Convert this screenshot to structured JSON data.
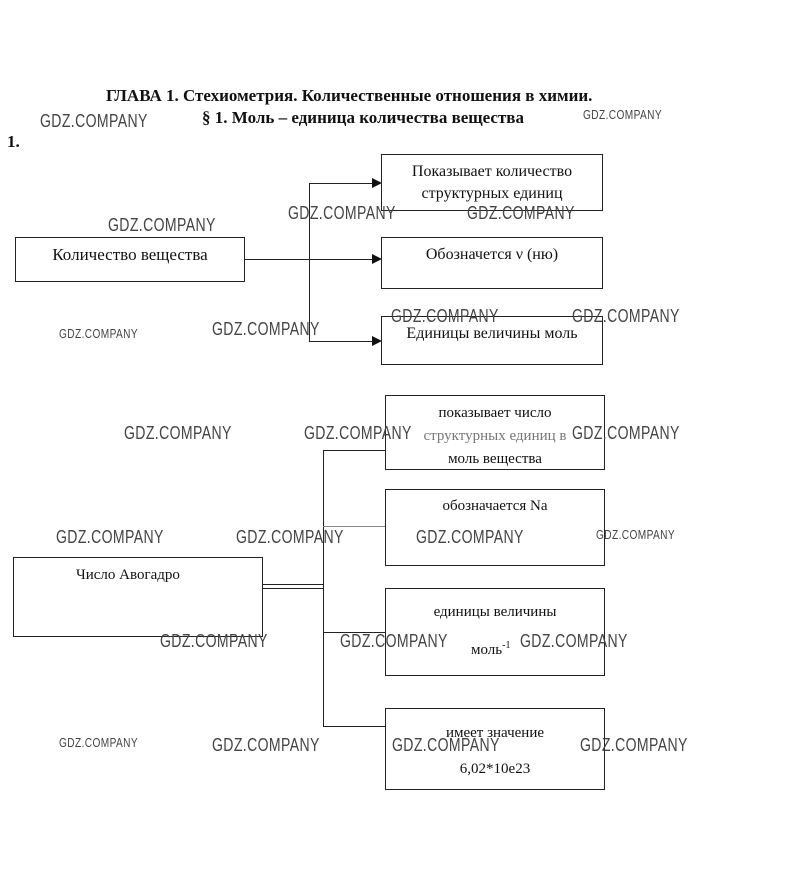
{
  "header": {
    "chapter_title": "ГЛАВА 1. Стехиометрия. Количественные отношения в химии.",
    "section_title": "§ 1.  Моль – единица количества вещества",
    "task_number": "1."
  },
  "diagram1": {
    "source": "Количество вещества",
    "targets": [
      {
        "line1": "Показывает количество",
        "line2": "структурных единиц"
      },
      {
        "line1": "Обозначется ν (ню)"
      },
      {
        "line1": "Единицы величины моль"
      }
    ]
  },
  "diagram2": {
    "source": "Число Авогадро",
    "targets": [
      {
        "line1": "показывает число",
        "line2": "структурных единиц в",
        "line3": "моль вещества"
      },
      {
        "line1": "обозначается Na"
      },
      {
        "line1": "единицы величины",
        "line2": "моль",
        "sup": "-1"
      },
      {
        "line1": "имеет значение",
        "line2": "6,02*10е23"
      }
    ]
  },
  "watermark": "GDZ.COMPANY"
}
